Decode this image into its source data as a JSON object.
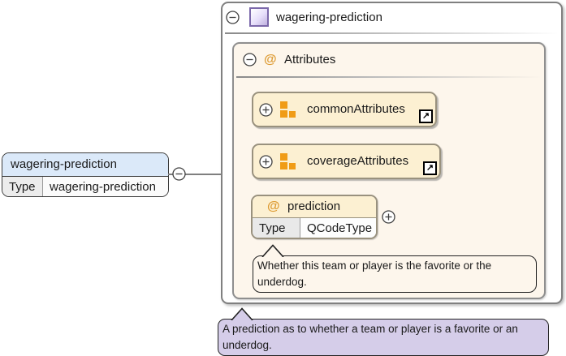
{
  "icons": {
    "at_glyph": "@",
    "link_arrow": "↗"
  },
  "element_node": {
    "title": "wagering-prediction",
    "type_label": "Type",
    "type_value": "wagering-prediction"
  },
  "detail_panel": {
    "title": "wagering-prediction",
    "attributes_group": {
      "label": "Attributes",
      "attribute_groups": [
        {
          "name": "commonAttributes"
        },
        {
          "name": "coverageAttributes"
        }
      ],
      "attribute": {
        "name": "prediction",
        "type_label": "Type",
        "type_value": "QCodeType",
        "documentation": "Whether this team or player is the favorite or the underdog."
      }
    }
  },
  "annotation": {
    "text": "A prediction as to whether a team or player is a favorite or an underdog."
  }
}
